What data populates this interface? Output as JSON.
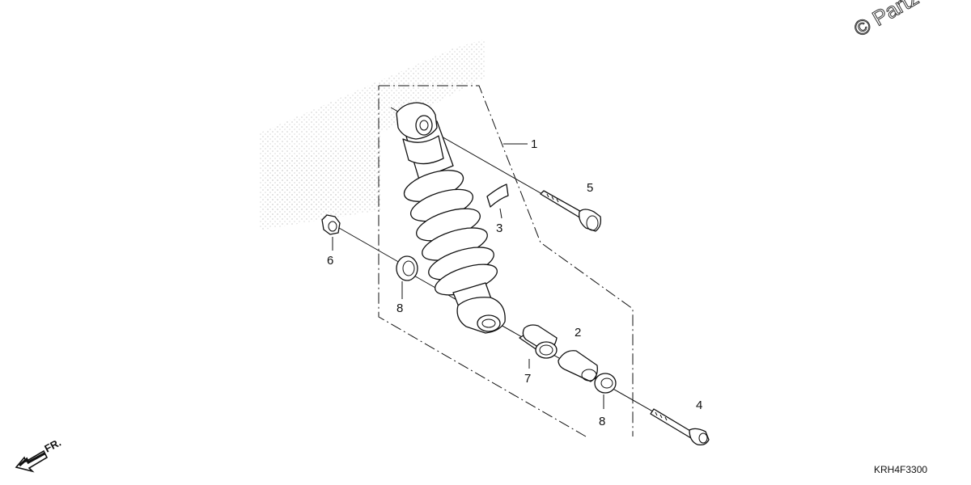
{
  "diagram_code": "KRH4F3300",
  "watermark": "© Partz",
  "front_label": "FR.",
  "parts": [
    {
      "callout": "1",
      "name": "rear-shock-absorber"
    },
    {
      "callout": "2",
      "name": "collar"
    },
    {
      "callout": "3",
      "name": "label"
    },
    {
      "callout": "4",
      "name": "lower-bolt"
    },
    {
      "callout": "5",
      "name": "upper-bolt"
    },
    {
      "callout": "6",
      "name": "nut"
    },
    {
      "callout": "7",
      "name": "bushing"
    },
    {
      "callout": "8",
      "name": "dust-seal"
    },
    {
      "callout": "8",
      "name": "dust-seal"
    }
  ],
  "icons": [
    "front-arrow-icon",
    "copyright-watermark"
  ]
}
